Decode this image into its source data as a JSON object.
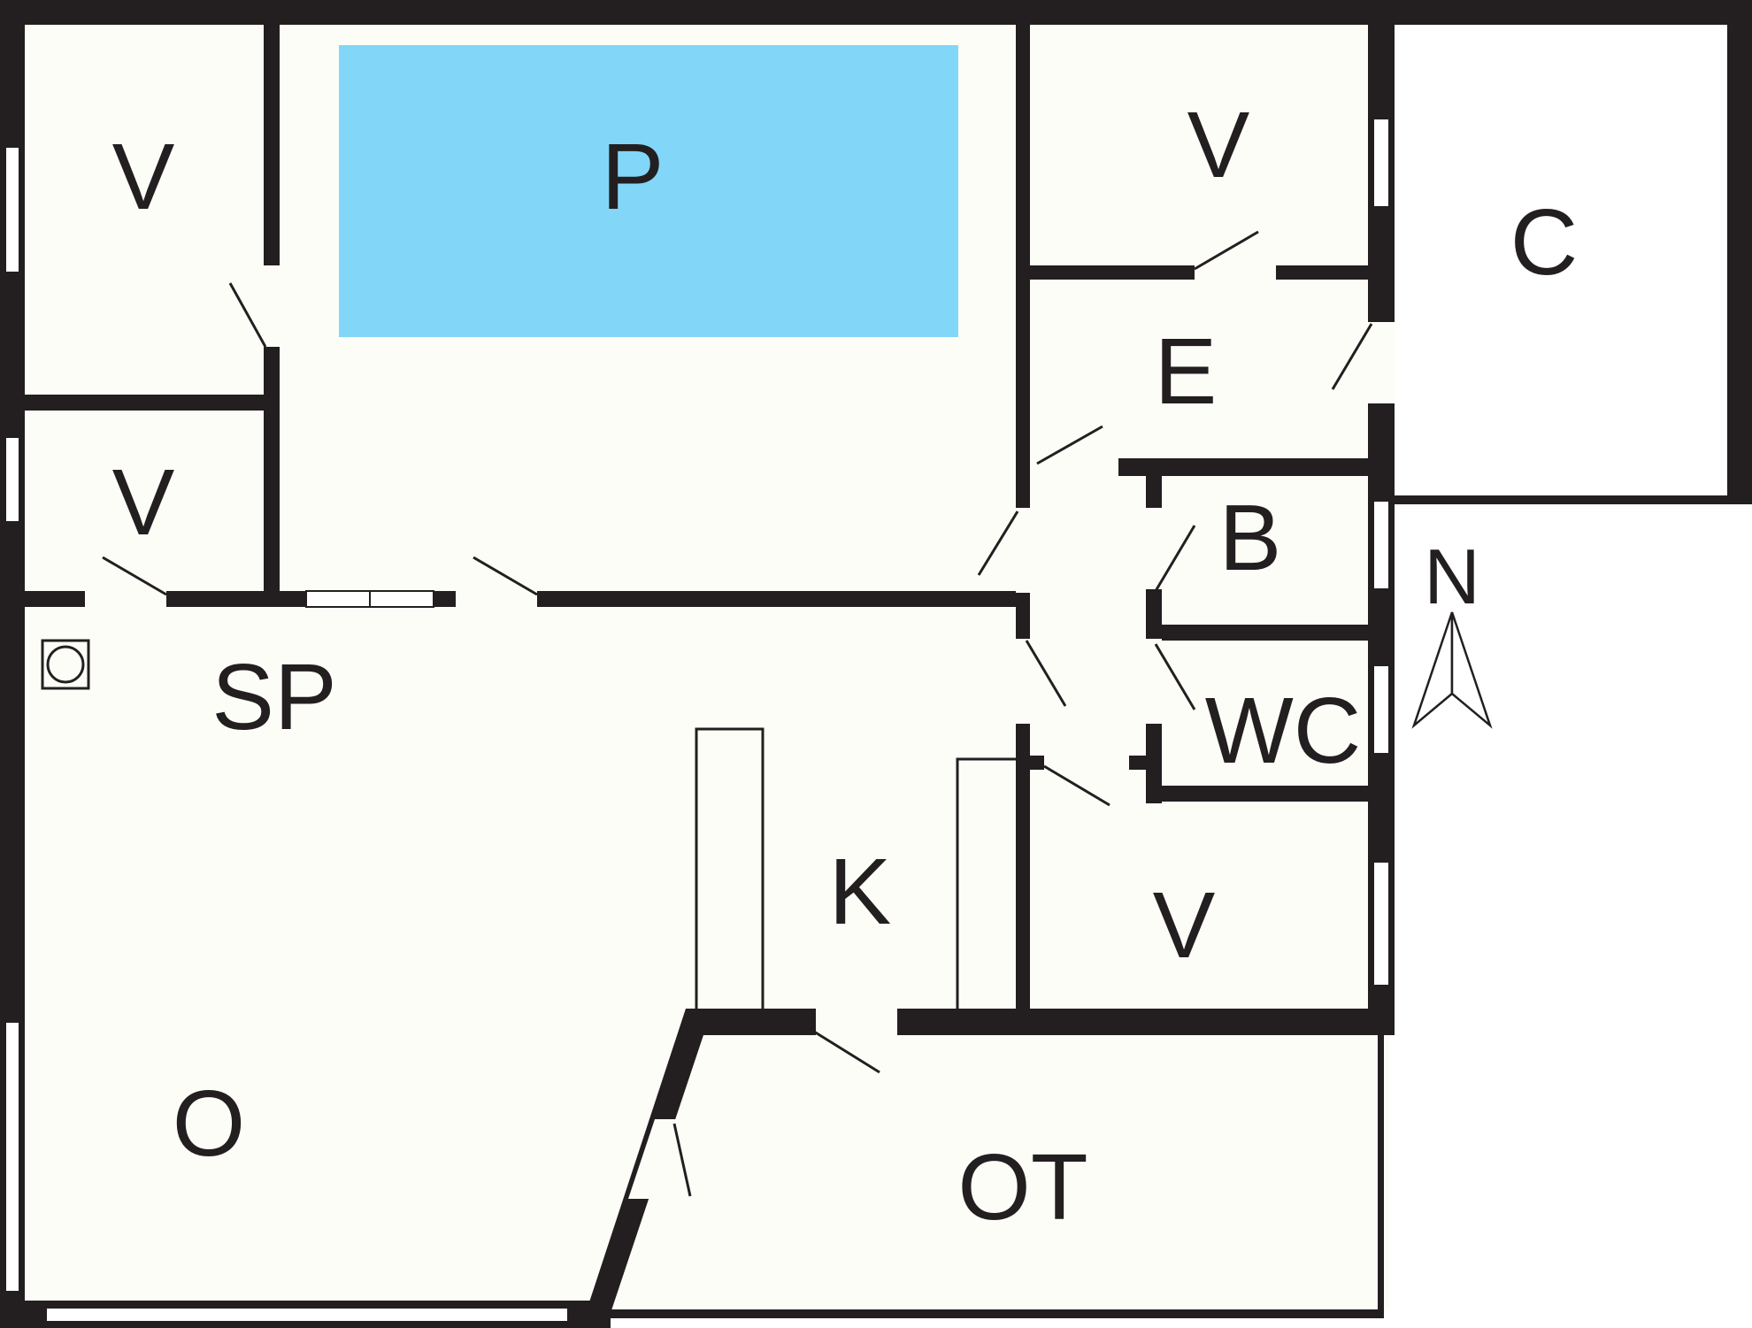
{
  "floor_plan": {
    "rooms": {
      "pool": "P",
      "bedroom_nw": "V",
      "bedroom_w": "V",
      "bedroom_ne": "V",
      "bedroom_se": "V",
      "carport": "C",
      "entrance": "E",
      "bathroom": "B",
      "toilet": "WC",
      "living_dining": "SP",
      "kitchen": "K",
      "living": "O",
      "annex": "OT"
    },
    "compass": {
      "label": "N",
      "icon": "north-arrow-icon"
    }
  },
  "colors": {
    "wall": "#231f20",
    "floor": "#fdfdf8",
    "pool": "#82d6f8"
  }
}
